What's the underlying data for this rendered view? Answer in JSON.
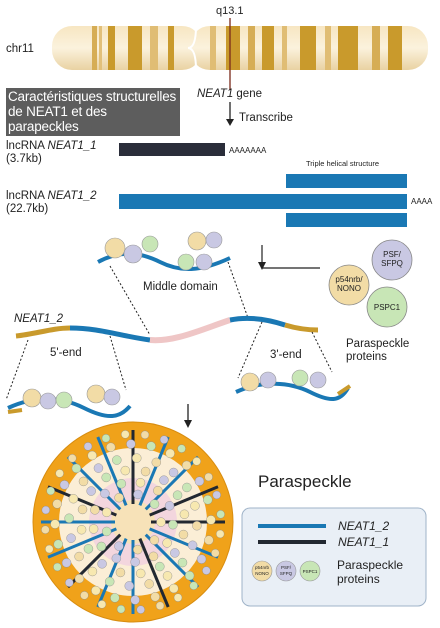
{
  "chromosome": {
    "name": "chr11",
    "band": "q13.1",
    "gene_label_italic": "NEAT1",
    "gene_label_rest": " gene"
  },
  "caption": {
    "line1": "Caractéristiques structurelles",
    "line2": "de NEAT1 et des parapeckles"
  },
  "transcripts": {
    "step_label": "Transcribe",
    "t1": {
      "prefix": "lncRNA ",
      "name": "NEAT1_1",
      "size": "(3.7kb)",
      "tail": "AAAAAAA"
    },
    "t2": {
      "prefix": "lncRNA ",
      "name": "NEAT1_2",
      "size": "(22.7kb)",
      "tail": "AAAA"
    },
    "triple_helix": "Triple helical structure"
  },
  "domains": {
    "neat1_2": "NEAT1_2",
    "middle": "Middle domain",
    "five_end": "5'-end",
    "three_end": "3'-end"
  },
  "proteins": {
    "psf": [
      "PSF/",
      "SFPQ"
    ],
    "p54": [
      "p54nrb/",
      "NONO"
    ],
    "pspc1": "PSPC1",
    "group_label": [
      "Paraspeckle",
      "proteins"
    ],
    "colors": {
      "psf": "#c9c8e3",
      "p54": "#f2dca6",
      "pspc1": "#c8e6b6"
    }
  },
  "paraspeckle": {
    "title": "Paraspeckle"
  },
  "legend": {
    "neat1_2": "NEAT1_2",
    "neat1_1": "NEAT1_1",
    "proteins": [
      "Paraspeckle",
      "proteins"
    ],
    "mini": {
      "p54": [
        "p54nrb",
        "NONO"
      ],
      "psf": [
        "PSF/",
        "SFPQ"
      ],
      "pspc1": "PSPC1"
    }
  },
  "colors": {
    "blue": "#1a78b4",
    "dark": "#222831",
    "gold": "#c99a2c",
    "orange_ring": "#f0a21a"
  }
}
